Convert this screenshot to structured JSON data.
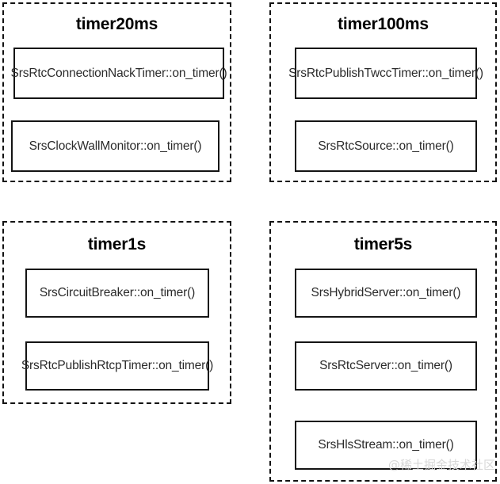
{
  "diagram": {
    "type": "grouped-boxes",
    "background_color": "#ffffff",
    "group_border_color": "#121212",
    "node_border_color": "#141414",
    "groups": [
      {
        "id": "timer20ms",
        "title": "timer20ms",
        "nodes": [
          {
            "label": "SrsRtcConnectionNackTimer::on_timer()"
          },
          {
            "label": "SrsClockWallMonitor::on_timer()"
          }
        ]
      },
      {
        "id": "timer100ms",
        "title": "timer100ms",
        "nodes": [
          {
            "label": "SrsRtcPublishTwccTimer::on_timer()"
          },
          {
            "label": "SrsRtcSource::on_timer()"
          }
        ]
      },
      {
        "id": "timer1s",
        "title": "timer1s",
        "nodes": [
          {
            "label": "SrsCircuitBreaker::on_timer()"
          },
          {
            "label": "SrsRtcPublishRtcpTimer::on_timer()"
          }
        ]
      },
      {
        "id": "timer5s",
        "title": "timer5s",
        "nodes": [
          {
            "label": "SrsHybridServer::on_timer()"
          },
          {
            "label": "SrsRtcServer::on_timer()"
          },
          {
            "label": "SrsHlsStream::on_timer()"
          }
        ]
      }
    ]
  },
  "watermark": {
    "text": "@稀土掘金技术社区",
    "color": "#d7d7d7"
  }
}
